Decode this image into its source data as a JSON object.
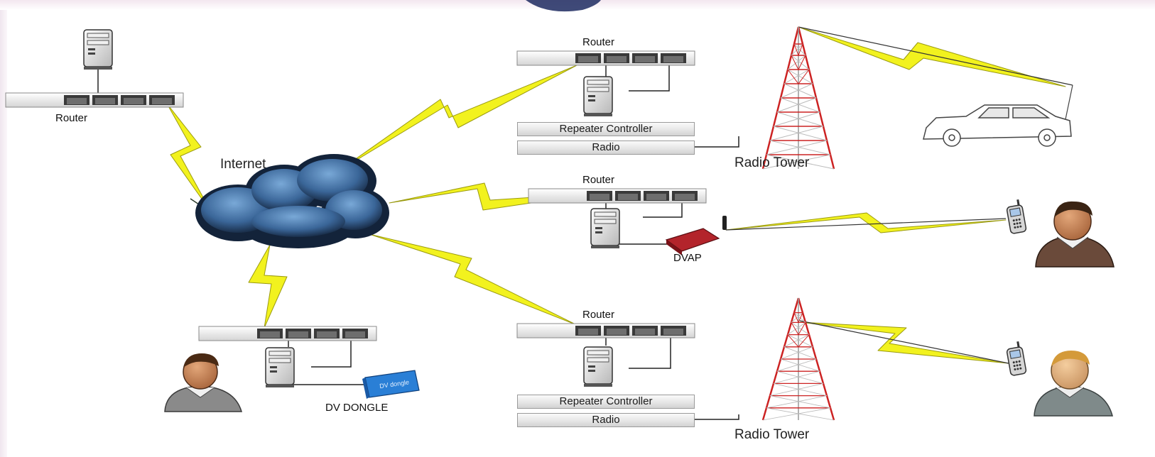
{
  "labels": {
    "router_left": "Router",
    "internet": "Internet",
    "router_top": "Router",
    "repeater_controller_top": "Repeater Controller",
    "radio_top": "Radio",
    "radio_tower_top": "Radio Tower",
    "router_mid": "Router",
    "dvap": "DVAP",
    "router_bottom": "Router",
    "repeater_controller_bottom": "Repeater Controller",
    "radio_bottom": "Radio",
    "radio_tower_bottom": "Radio Tower",
    "dv_dongle": "DV DONGLE",
    "dongle_device_text": "DV dongle"
  },
  "icons": [
    "server-icon",
    "router-switch-icon",
    "cloud-icon",
    "radio-tower-icon",
    "car-icon",
    "person-icon",
    "cell-phone-icon",
    "dvap-device-icon",
    "dv-dongle-device-icon",
    "lightning-link-icon"
  ],
  "colors": {
    "lightning_fill": "#f2f21e",
    "lightning_stroke": "#9a9a10",
    "tower_red": "#cc2222",
    "cloud_dark": "#1a2a3f",
    "cloud_light": "#6f9fd2",
    "dvap_red": "#b3242b",
    "dongle_blue": "#2a7fd6",
    "person_skin": "#c8875a",
    "person_shirt": "#8a8a8a"
  }
}
